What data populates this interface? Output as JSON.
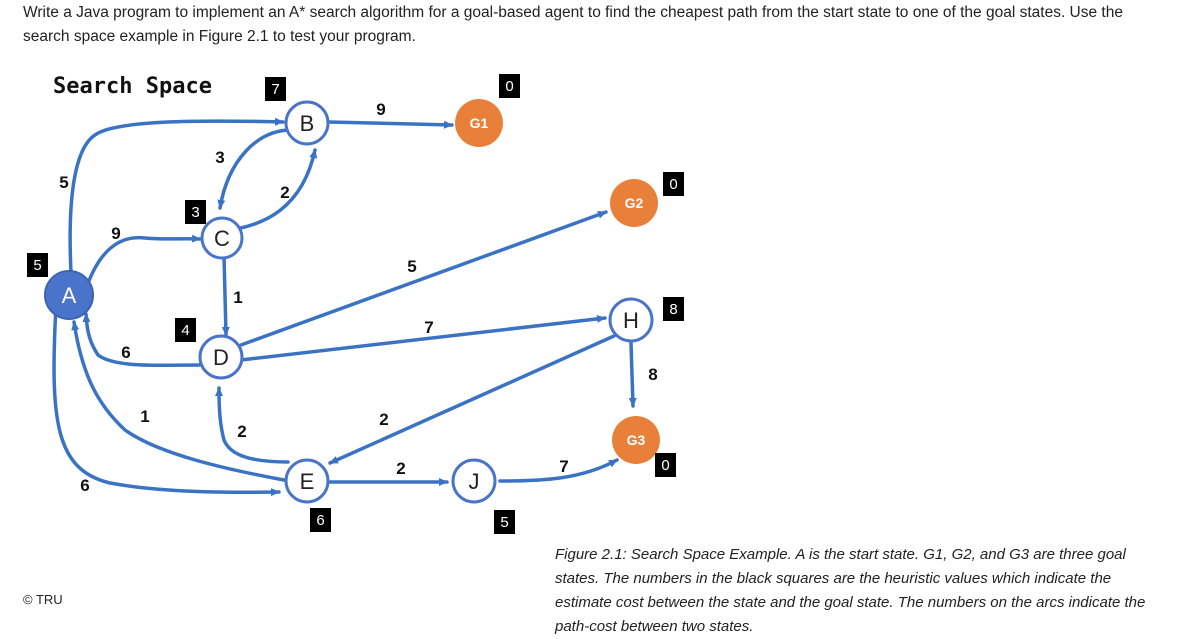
{
  "intro": "Write a Java program to implement an A* search algorithm for a goal-based agent to find the cheapest path from the start state to one of the goal states. Use the search space example in Figure 2.1 to test your program.",
  "diagram": {
    "title": "Search Space",
    "nodes": [
      {
        "id": "A",
        "label": "A",
        "kind": "start",
        "heuristic": "5"
      },
      {
        "id": "B",
        "label": "B",
        "kind": "state",
        "heuristic": "7"
      },
      {
        "id": "C",
        "label": "C",
        "kind": "state",
        "heuristic": "3"
      },
      {
        "id": "D",
        "label": "D",
        "kind": "state",
        "heuristic": "4"
      },
      {
        "id": "E",
        "label": "E",
        "kind": "state",
        "heuristic": "6"
      },
      {
        "id": "J",
        "label": "J",
        "kind": "state",
        "heuristic": "5"
      },
      {
        "id": "H",
        "label": "H",
        "kind": "state",
        "heuristic": "8"
      },
      {
        "id": "G1",
        "label": "G1",
        "kind": "goal",
        "heuristic": "0"
      },
      {
        "id": "G2",
        "label": "G2",
        "kind": "goal",
        "heuristic": "0"
      },
      {
        "id": "G3",
        "label": "G3",
        "kind": "goal",
        "heuristic": "0"
      }
    ],
    "edges": [
      {
        "from": "A",
        "to": "B",
        "cost": "5"
      },
      {
        "from": "A",
        "to": "C",
        "cost": "9"
      },
      {
        "from": "A",
        "to": "E",
        "cost": "6"
      },
      {
        "from": "D",
        "to": "A",
        "cost": "6"
      },
      {
        "from": "E",
        "to": "A",
        "cost": "1"
      },
      {
        "from": "B",
        "to": "C",
        "cost": "3"
      },
      {
        "from": "C",
        "to": "B",
        "cost": "2"
      },
      {
        "from": "B",
        "to": "G1",
        "cost": "9"
      },
      {
        "from": "C",
        "to": "D",
        "cost": "1"
      },
      {
        "from": "D",
        "to": "G2",
        "cost": "5"
      },
      {
        "from": "D",
        "to": "H",
        "cost": "7"
      },
      {
        "from": "E",
        "to": "D",
        "cost": "2"
      },
      {
        "from": "H",
        "to": "E",
        "cost": "2"
      },
      {
        "from": "E",
        "to": "J",
        "cost": "2"
      },
      {
        "from": "J",
        "to": "G3",
        "cost": "7"
      },
      {
        "from": "H",
        "to": "G3",
        "cost": "8"
      }
    ],
    "colors": {
      "edge": "#3a73c4",
      "node_ring": "#4a74c9",
      "start_fill": "#4a74c9",
      "goal_fill": "#e8803a",
      "heuristic_box": "#000000"
    }
  },
  "caption": "Figure 2.1: Search Space Example. A is the start state. G1, G2, and G3 are three goal states. The numbers in the black squares are the heuristic values which indicate the estimate cost between the state and the goal state. The numbers on the arcs indicate the path-cost between two states.",
  "copyright": "© TRU"
}
